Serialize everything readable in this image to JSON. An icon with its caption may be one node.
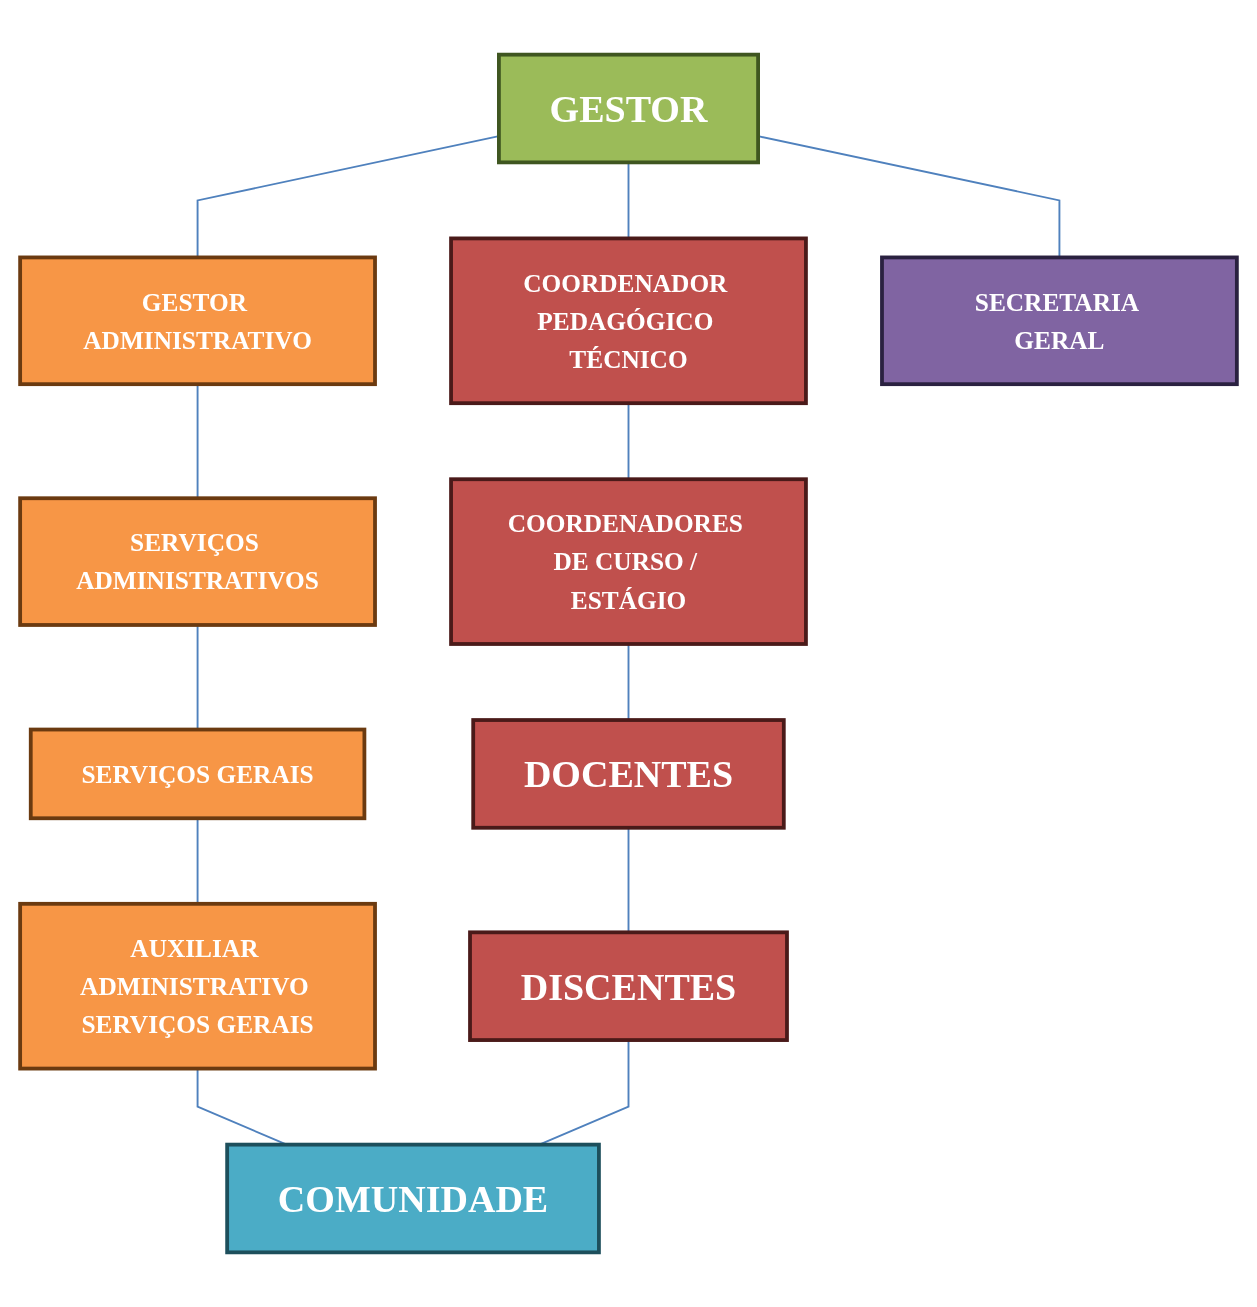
{
  "diagram": {
    "nodes": [
      {
        "text": [
          "GESTOR"
        ]
      },
      {
        "text": [
          "GESTOR ADMINISTRATIVO"
        ]
      },
      {
        "text": [
          "COORDENADOR PEDAGÓGICO TÉCNICO"
        ]
      },
      {
        "text": [
          "SERVIÇOS ADMINISTRATIVOS"
        ]
      },
      {
        "text": [
          "SECRETARIA GERAL"
        ]
      },
      {
        "text": [
          "COORDENADORES DE CURSO / ESTÁGIO"
        ]
      },
      {
        "text": [
          "SERVIÇOS GERAIS"
        ]
      },
      {
        "text": [
          "DOCENTES"
        ]
      },
      {
        "text": [
          "AUXILIAR ADMINISTRATIVO SERVIÇOS GERAIS"
        ]
      },
      {
        "text": [
          "DISCENTES"
        ]
      },
      {
        "text": [
          "COMUNIDADE"
        ]
      }
    ],
    "edges": [
      {
        "from": 0,
        "to": 1,
        "arrow": "none"
      },
      {
        "from": 0,
        "to": 4,
        "arrow": "none"
      },
      {
        "from": 0,
        "to": 2,
        "arrow": "none"
      },
      {
        "from": 1,
        "to": 3,
        "arrow": "none"
      },
      {
        "from": 3,
        "to": 6,
        "arrow": "none"
      },
      {
        "from": 6,
        "to": 8,
        "arrow": "none"
      },
      {
        "from": 8,
        "to": 10,
        "arrow": "none"
      },
      {
        "from": 2,
        "to": 5,
        "arrow": "none"
      },
      {
        "from": 5,
        "to": 7,
        "arrow": "none"
      },
      {
        "from": 7,
        "to": 9,
        "arrow": "none"
      },
      {
        "from": 9,
        "to": 10,
        "arrow": "none"
      }
    ]
  }
}
